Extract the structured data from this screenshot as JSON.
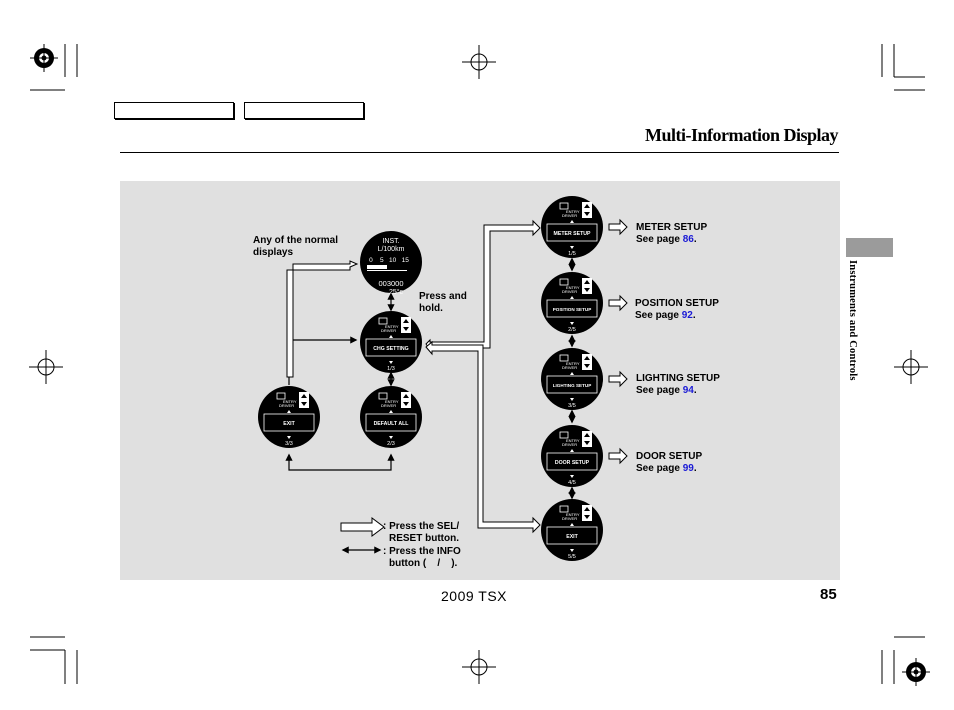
{
  "header": {
    "title": "Multi-Information Display"
  },
  "side_tab": {
    "label": "Instruments and Controls"
  },
  "diagram": {
    "normal_displays_note": "Any of the normal displays",
    "press_hold_note": "Press and hold.",
    "inst_display": {
      "line1": "INST.",
      "line2": "L/100km",
      "scale": "0    5   10   15",
      "odometer": "003000",
      "temp": "25°c"
    },
    "main_menu": [
      {
        "label": "CHG SETTING",
        "page": "1/3"
      },
      {
        "label": "DEFAULT ALL",
        "page": "2/3"
      },
      {
        "label": "EXIT",
        "page": "3/3"
      }
    ],
    "sub_menu": [
      {
        "label": "METER SETUP",
        "page": "1/5",
        "desc": "METER SETUP",
        "see": "See page ",
        "ref": "86"
      },
      {
        "label": "POSITION SETUP",
        "page": "2/5",
        "desc": "POSITION SETUP",
        "see": "See page ",
        "ref": "92"
      },
      {
        "label": "LIGHTING SETUP",
        "page": "3/5",
        "desc": "LIGHTING SETUP",
        "see": "See page ",
        "ref": "94"
      },
      {
        "label": "DOOR SETUP",
        "page": "4/5",
        "desc": "DOOR SETUP",
        "see": "See page ",
        "ref": "99"
      },
      {
        "label": "EXIT",
        "page": "5/5"
      }
    ],
    "entry_text": "ENTRY",
    "driver_text": "DRIVER",
    "legend": {
      "sel_line1": ": Press the SEL/",
      "sel_line2": "RESET button.",
      "info_line1": ": Press the INFO",
      "info_line2": "button (    /    )."
    }
  },
  "footer": {
    "model": "2009  TSX",
    "page": "85"
  }
}
